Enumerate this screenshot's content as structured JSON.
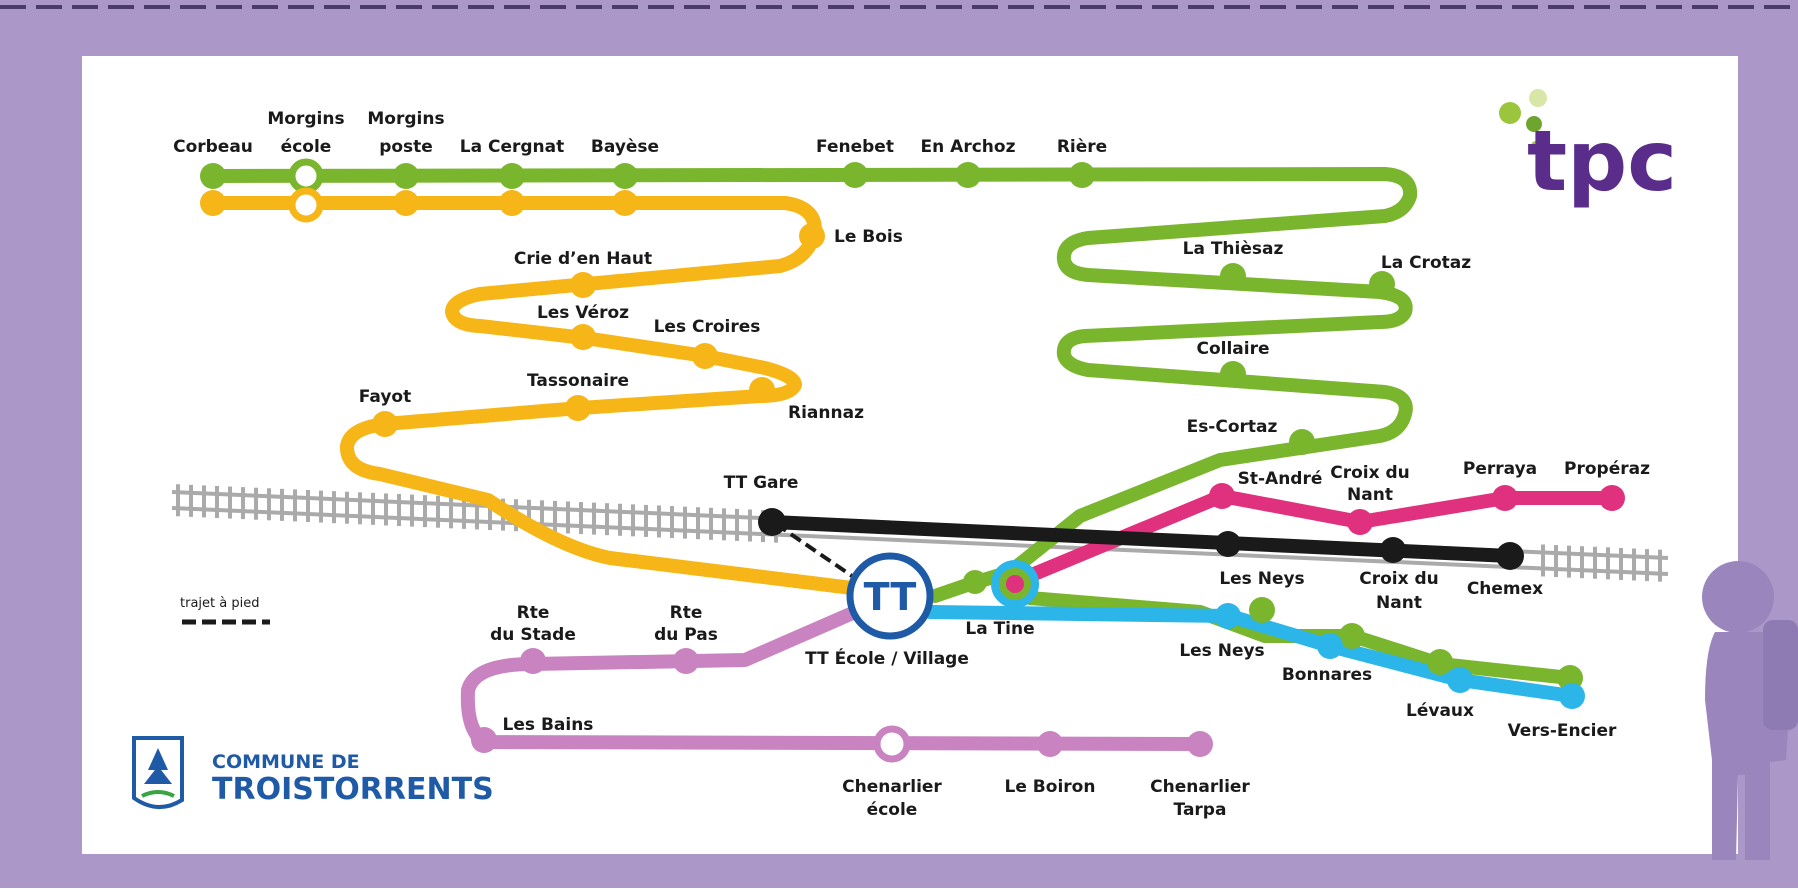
{
  "brand": {
    "logo_text": "tpc",
    "commune_line1": "COMMUNE DE",
    "commune_line2": "TROISTORRENTS"
  },
  "legend": {
    "walk_label": "trajet à pied"
  },
  "hub": {
    "symbol": "TT"
  },
  "colors": {
    "frame": "#ab97c8",
    "map_bg": "#ffffff",
    "line_green": "#7ab52e",
    "line_orange": "#f7b618",
    "line_pink": "#e0317e",
    "line_blue": "#2bb5e8",
    "line_black": "#1a1a1a",
    "line_violet": "#c883c0",
    "hub_ring": "#1f5aa6",
    "rail": "#aaaaaa",
    "logo_purple": "#5a2d8a",
    "logo_green": "#9bc53d",
    "commune_blue": "#1f5aa6"
  },
  "stops": {
    "corbeau": "Corbeau",
    "morgins_ecole_1": "Morgins",
    "morgins_ecole_2": "école",
    "morgins_poste_1": "Morgins",
    "morgins_poste_2": "poste",
    "la_cergnat": "La Cergnat",
    "bayese": "Bayèse",
    "fenebet": "Fenebet",
    "en_archoz": "En Archoz",
    "riere": "Rière",
    "le_bois": "Le Bois",
    "crie_den_haut": "Crie d’en Haut",
    "les_veroz": "Les Véroz",
    "les_croires": "Les Croires",
    "tassonaire": "Tassonaire",
    "fayot": "Fayot",
    "riannaz": "Riannaz",
    "la_thiesaz": "La Thièsaz",
    "la_crotaz": "La Crotaz",
    "collaire": "Collaire",
    "es_cortaz": "Es-Cortaz",
    "tt_gare": "TT Gare",
    "st_andre": "St-André",
    "croix_du_nant_top_1": "Croix du",
    "croix_du_nant_top_2": "Nant",
    "perraya": "Perraya",
    "properaz": "Propéraz",
    "les_neys_top": "Les Neys",
    "croix_du_nant_bot_1": "Croix du",
    "croix_du_nant_bot_2": "Nant",
    "chemex": "Chemex",
    "la_tine": "La Tine",
    "tt_ecole_village": "TT École / Village",
    "les_neys_bottom": "Les Neys",
    "bonnares": "Bonnares",
    "levaux": "Lévaux",
    "vers_encier": "Vers-Encier",
    "rte_du_stade_1": "Rte",
    "rte_du_stade_2": "du Stade",
    "rte_du_pas_1": "Rte",
    "rte_du_pas_2": "du Pas",
    "les_bains": "Les Bains",
    "chenarlier_ecole_1": "Chenarlier",
    "chenarlier_ecole_2": "école",
    "le_boiron": "Le Boiron",
    "chenarlier_tarpa_1": "Chenarlier",
    "chenarlier_tarpa_2": "Tarpa"
  }
}
